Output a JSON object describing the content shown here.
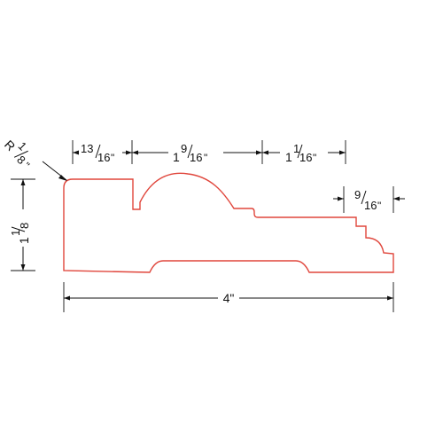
{
  "colors": {
    "profile": "#e0463c",
    "dimension": "#111111",
    "background": "#ffffff"
  },
  "dimensions": {
    "radius": {
      "prefix": "R",
      "num": "1",
      "den": "8",
      "mark": "\""
    },
    "top_segment_1": {
      "num": "13",
      "den": "16",
      "mark": "\""
    },
    "top_segment_2": {
      "whole": "1",
      "num": "9",
      "den": "16",
      "mark": "\""
    },
    "top_segment_3": {
      "whole": "1",
      "num": "1",
      "den": "16",
      "mark": "\""
    },
    "right_step": {
      "num": "9",
      "den": "16",
      "mark": "\""
    },
    "height": {
      "whole": "1",
      "num": "1",
      "den": "8"
    },
    "width": {
      "value": "4\""
    }
  }
}
